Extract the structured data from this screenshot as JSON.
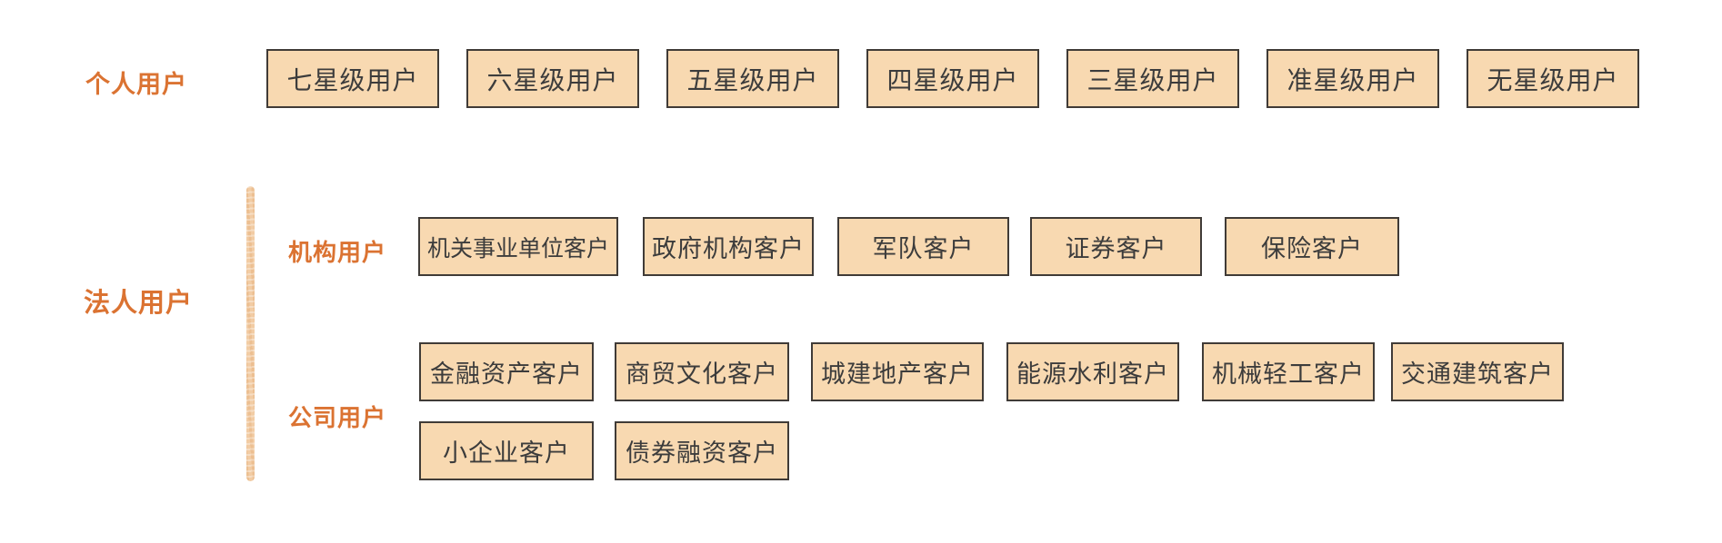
{
  "diagram": {
    "personal": {
      "label": "个人用户",
      "boxes": [
        "七星级用户",
        "六星级用户",
        "五星级用户",
        "四星级用户",
        "三星级用户",
        "准星级用户",
        "无星级用户"
      ]
    },
    "corporate": {
      "label": "法人用户",
      "institution": {
        "label": "机构用户",
        "boxes": [
          "机关事业单位客户",
          "政府机构客户",
          "军队客户",
          "证券客户",
          "保险客户"
        ]
      },
      "company": {
        "label": "公司用户",
        "row1": [
          "金融资产客户",
          "商贸文化客户",
          "城建地产客户",
          "能源水利客户",
          "机械轻工客户",
          "交通建筑客户"
        ],
        "row2": [
          "小企业客户",
          "债券融资客户"
        ]
      }
    },
    "colors": {
      "background": "#FFFFFF",
      "box_fill": "#F8D9B1",
      "box_border": "#403B37",
      "box_text": "#3C3C3C",
      "label_orange": "#DB7332",
      "divider_line": "#F2CCA4"
    }
  }
}
